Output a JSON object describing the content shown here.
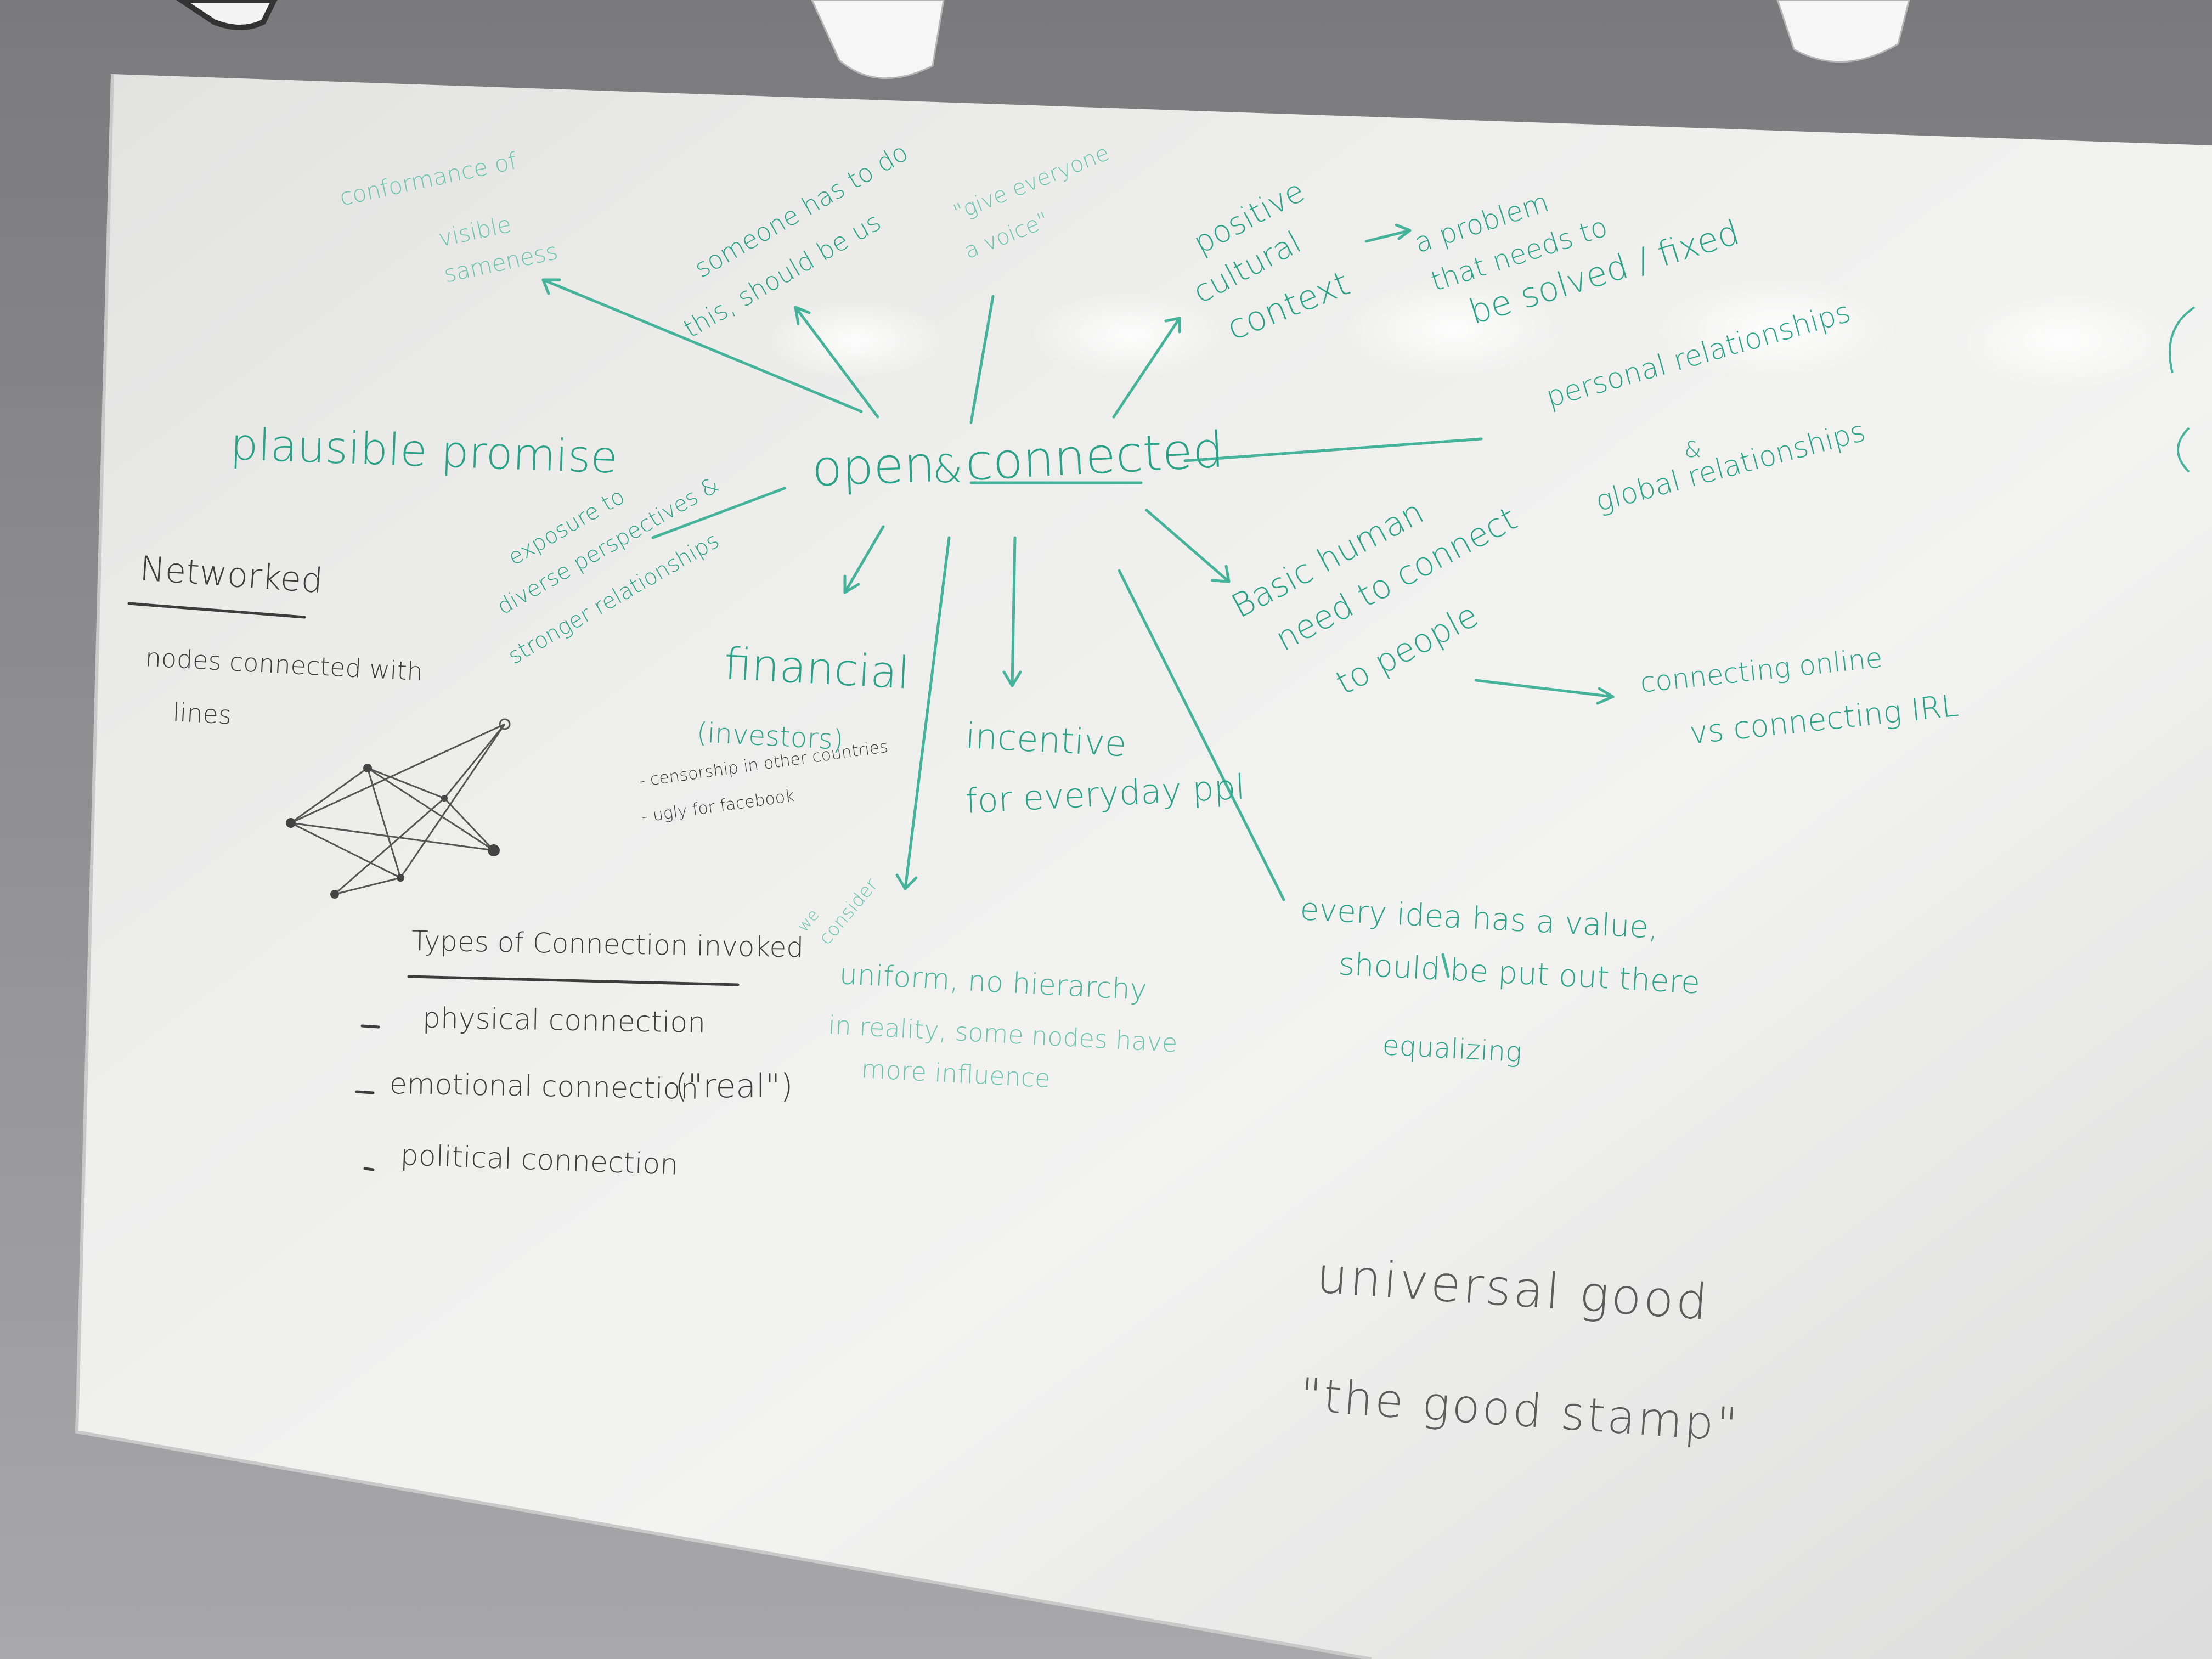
{
  "colors": {
    "wall": "#9a9a9c",
    "board": "#f1f1f0",
    "teal_marker": "#2aa287",
    "black_marker": "#3c3c3c"
  },
  "board": {
    "center_left": "open",
    "center_amp": "&",
    "center_right": "connected",
    "top_far_left": [
      "conformance of",
      "visible",
      "sameness"
    ],
    "someone": [
      "someone has to do",
      "this, should be us"
    ],
    "give_voice": [
      "\"give everyone",
      "a voice\""
    ],
    "positive": [
      "positive",
      "cultural",
      "context"
    ],
    "problem": [
      "a problem",
      "that needs to",
      "be solved / fixed"
    ],
    "plausible_promise": "plausible promise",
    "exposure": [
      "exposure to",
      "diverse perspectives &",
      "stronger relationships"
    ],
    "personal": "personal relationships",
    "amp2": "&",
    "global": "global relationships",
    "networked": "Networked",
    "nodes": [
      "nodes connected with",
      "lines"
    ],
    "financial": "financial",
    "investors": "(investors)",
    "censorship": "- censorship in other countries",
    "ugly": "- ugly for facebook",
    "incentive": [
      "incentive",
      "for everyday ppl"
    ],
    "basic": [
      "Basic human",
      "need to connect",
      "to people"
    ],
    "online": [
      "connecting online",
      "vs connecting IRL"
    ],
    "types_header": "Types of Connection invoked",
    "types": [
      "physical connection",
      "emotional connection",
      "political connection"
    ],
    "real": "(\"real\")",
    "dash": "-",
    "we_consider": [
      "we",
      "consider"
    ],
    "uniform": [
      "uniform, no hierarchy",
      "in reality, some nodes have",
      "more influence"
    ],
    "every_idea": [
      "every idea has a value,",
      "should be put out there"
    ],
    "equalizing": "equalizing",
    "universal": "universal good",
    "stamp": "\"the good stamp\""
  }
}
